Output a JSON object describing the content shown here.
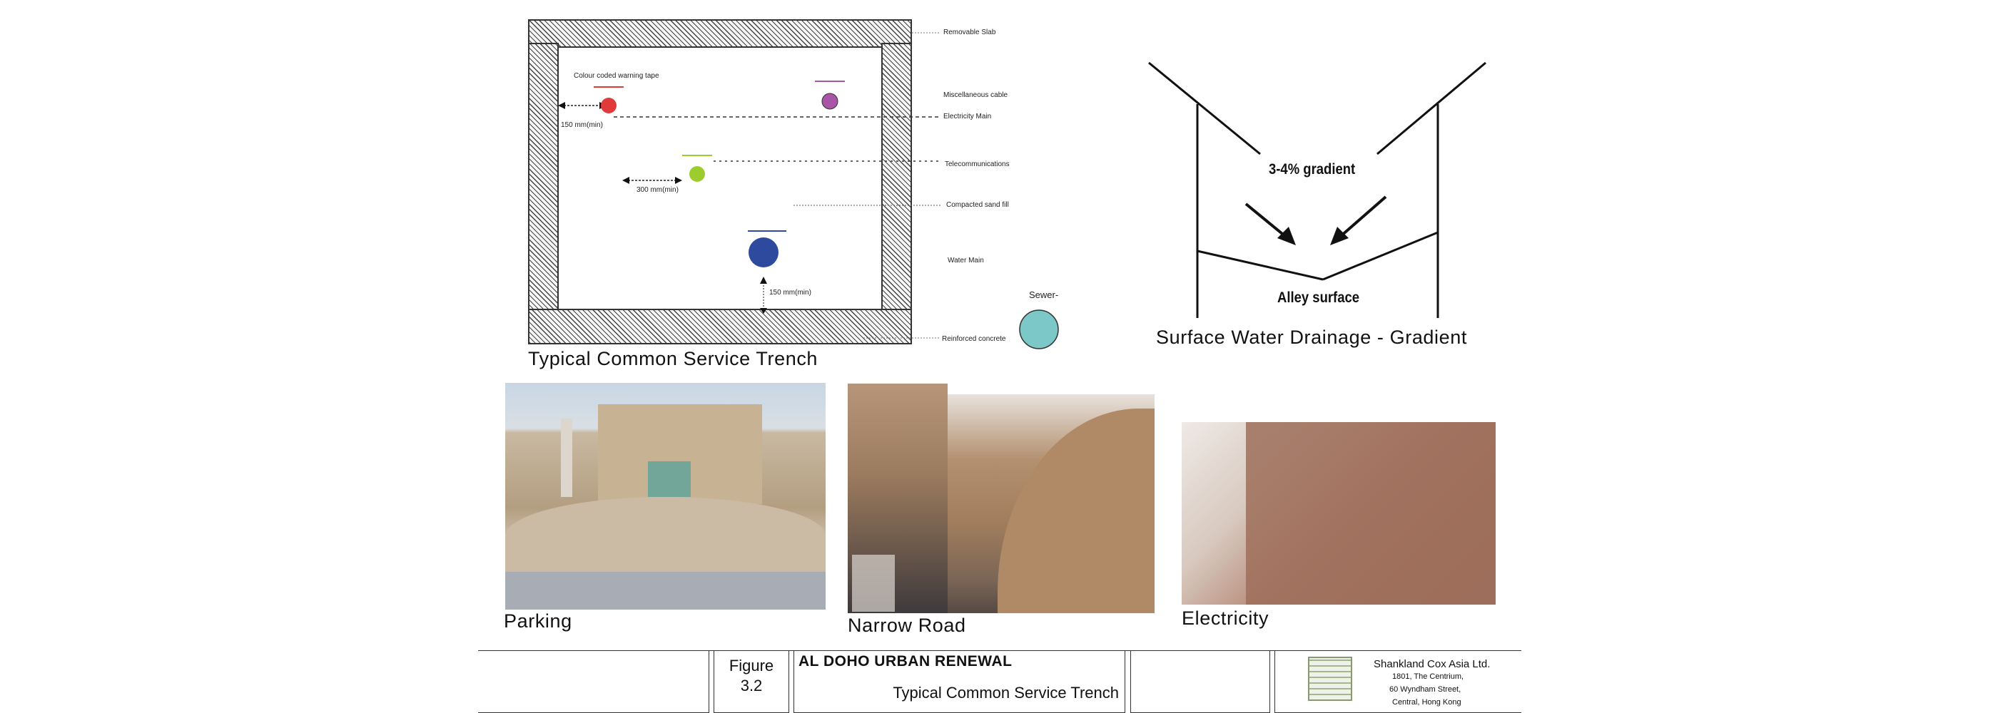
{
  "trench": {
    "caption": "Typical Common Service Trench",
    "labels": {
      "removable_slab": "Removable Slab",
      "misc_cable": "Miscellaneous cable",
      "electricity_main": "Electricity Main",
      "telecommunications": "Telecommunications",
      "compacted_sand": "Compacted sand fill",
      "water_main": "Water Main",
      "reinforced_concrete": "Reinforced concrete",
      "warning_tape": "Colour coded warning tape",
      "dim_150_top": "150 mm(min)",
      "dim_300": "300 mm(min)",
      "dim_150_bottom": "150 mm(min)",
      "sewer": "Sewer-"
    },
    "colors": {
      "electricity": "#e13a3a",
      "misc": "#a855a8",
      "telecom": "#9ccc2e",
      "water": "#2e4a9e",
      "sewer": "#7cc8c8"
    }
  },
  "drainage": {
    "caption": "Surface Water Drainage - Gradient",
    "gradient_label": "3-4% gradient",
    "alley_label": "Alley surface"
  },
  "photos": {
    "parking": "Parking",
    "narrow_road": "Narrow Road",
    "electricity": "Electricity"
  },
  "title_block": {
    "figure_label": "Figure",
    "figure_number": "3.2",
    "project_title": "AL DOHO URBAN RENEWAL",
    "drawing_title": "Typical Common Service Trench",
    "company_name": "Shankland Cox Asia Ltd.",
    "address_1": "1801, The Centrium,",
    "address_2": "60 Wyndham Street,",
    "address_3": "Central, Hong Kong"
  }
}
